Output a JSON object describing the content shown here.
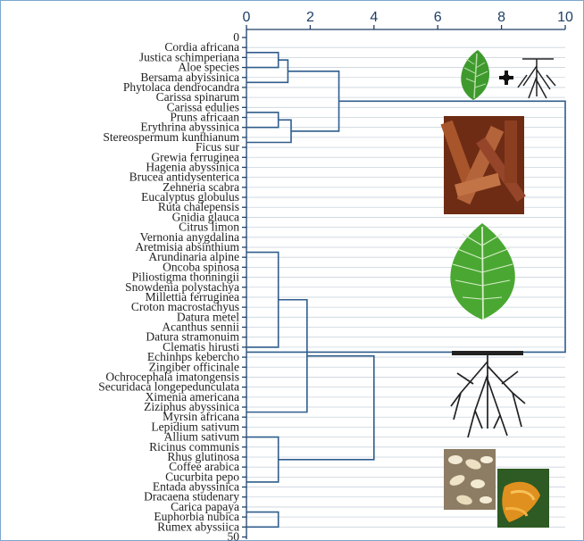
{
  "chart_data": {
    "type": "dendrogram",
    "x_ticks": [
      0,
      2,
      4,
      6,
      8,
      10
    ],
    "xlim": [
      0,
      10
    ],
    "y_ticks": [
      0,
      50
    ],
    "grid": true,
    "leaves": [
      "Cordia africana",
      "Justica schimperiana",
      "Aloe species",
      "Bersama abyissinica",
      "Phytolaca dendrocandra",
      "Carissa spinarum",
      "Carissa edulies",
      "Pruns africaan",
      "Erythrina abyssinica",
      "Stereospermum kunthianum",
      "Ficus sur",
      "Grewia ferruginea",
      "Hagenia abyssinica",
      "Brucea antidysenterica",
      "Zehneria scabra",
      "Eucalyptus globulus",
      "Ruta chalepensis",
      "Gnidia glauca",
      "Citrus limon",
      "Vernonia anygdalina",
      "Aretmisia absinthium",
      "Arundinaria alpine",
      "Oncoba spinosa",
      "Piliostigma thonningii",
      "Snowdenia polystachya",
      "Millettia ferruginea",
      "Croton macrostachyus",
      "Datura metel",
      "Acanthus sennii",
      "Datura stramonuim",
      "Clematis hirusti",
      "Echinhps kebercho",
      "Zingiber officinale",
      "Ochrocephala imatongensis",
      "Securidaca longepedunculata",
      "Ximenia americana",
      "Ziziphus abyssinica",
      "Myrsin africana",
      "Lepidium sativum",
      "Allium sativum",
      "Ricinus communis",
      "Rhus glutinosa",
      "Coffee arabica",
      "Cucurbita pepo",
      "Entada abyssinica",
      "Dracaena studenary",
      "Carica papaya",
      "Euphorbia nubica",
      "Rumex abyssiica"
    ],
    "merges": [
      {
        "left": [
          1,
          2
        ],
        "right": [
          3
        ],
        "height": 1.0
      },
      {
        "left": [
          1,
          3
        ],
        "right": [
          4,
          5
        ],
        "height": 1.3
      },
      {
        "left": [
          7,
          8
        ],
        "right": [
          9
        ],
        "height": 1.0
      },
      {
        "left": [
          7,
          9
        ],
        "right": [
          10,
          11
        ],
        "height": 1.4
      },
      {
        "left": [
          1,
          5
        ],
        "right": [
          7,
          11
        ],
        "height": 2.9
      },
      {
        "left": [
          1,
          11
        ],
        "right": [
          15,
          48
        ],
        "height": 10.0
      },
      {
        "left": [
          15,
          28
        ],
        "right": [
          29,
          33
        ],
        "height": 1.0
      },
      {
        "left": [
          15,
          33
        ],
        "right": [
          34,
          41
        ],
        "height": 1.9
      },
      {
        "left": [
          39,
          41
        ],
        "right": [
          43,
          46
        ],
        "height": 1.0
      },
      {
        "left": [
          15,
          41
        ],
        "right": [
          39,
          46
        ],
        "height": 4.0
      },
      {
        "left": [
          47,
          48
        ],
        "right": [
          49
        ],
        "height": 1.0
      }
    ]
  },
  "icons": [
    "leaf-plus-root-icon",
    "bark-photo",
    "green-leaf-icon",
    "root-system-icon",
    "seeds-photo",
    "fruit-photo"
  ],
  "colors": {
    "dendrogram": "#2f5d8c",
    "axis": "#1e3f66",
    "leaf": "#3f9a2e",
    "bark": "#8a3d1e"
  }
}
